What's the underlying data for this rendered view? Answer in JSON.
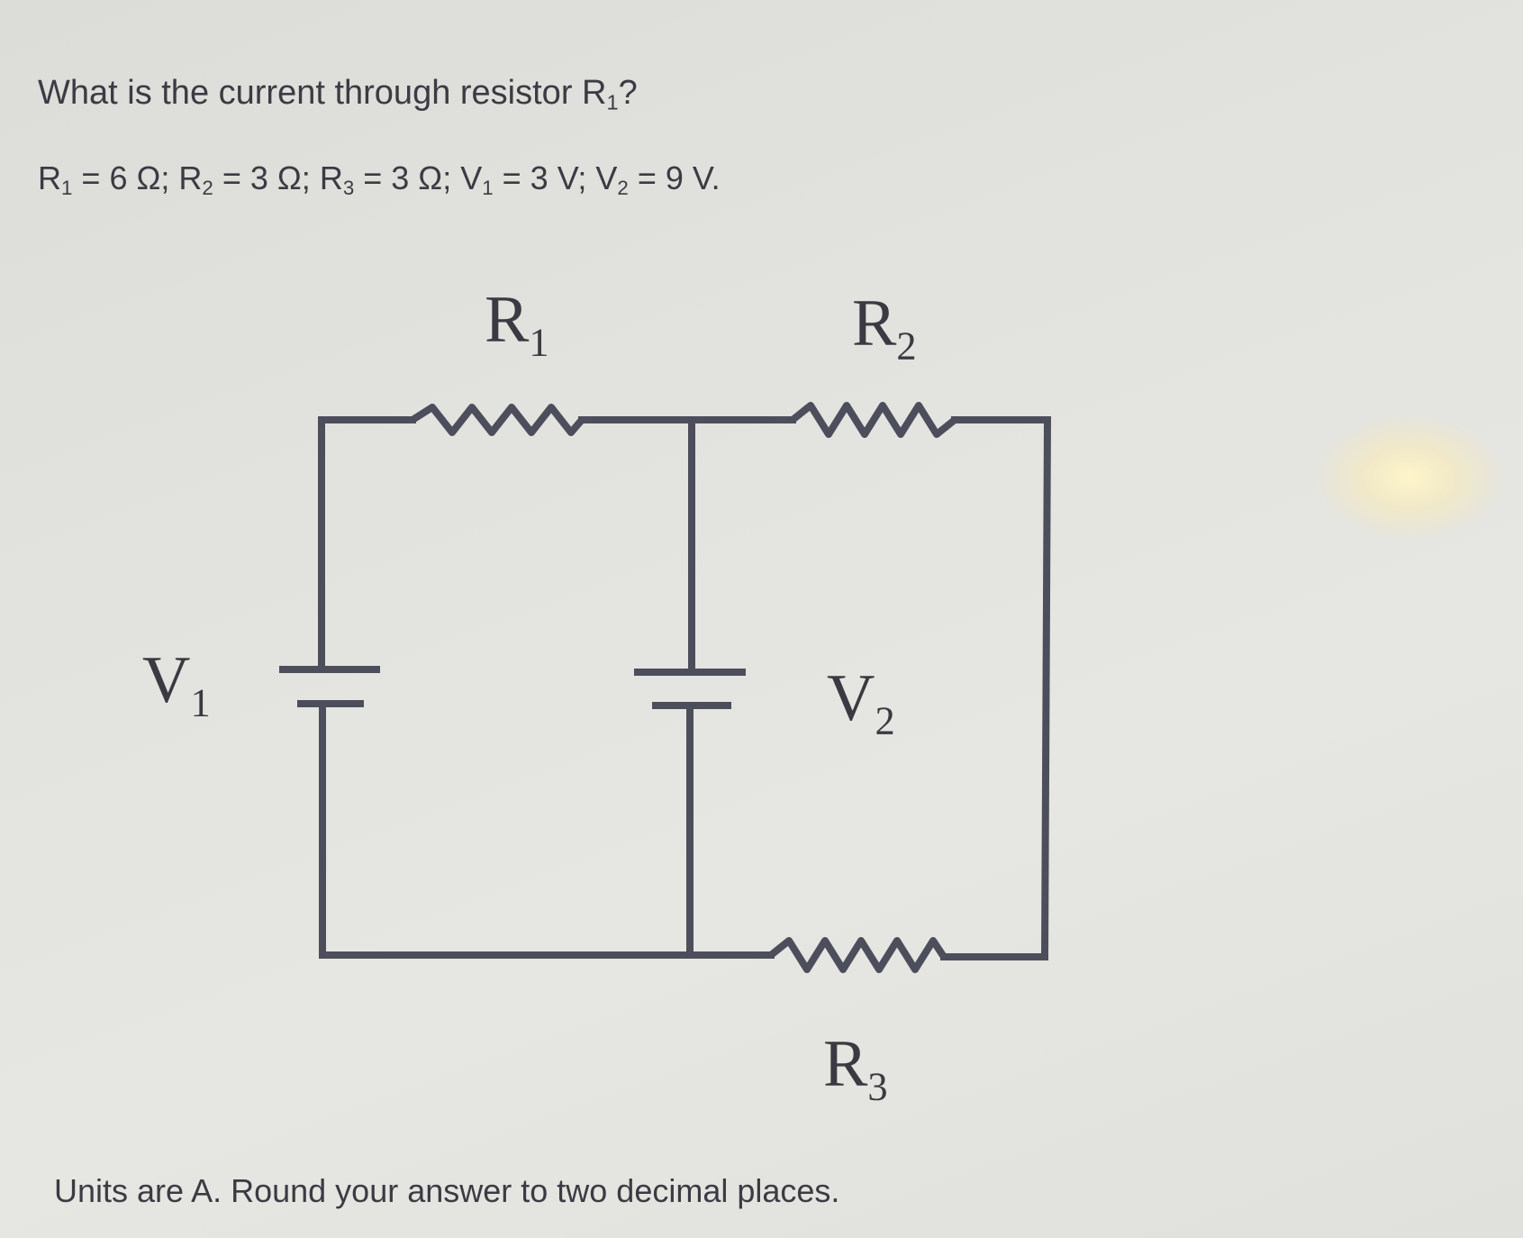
{
  "question": {
    "text": "What is the current through resistor R",
    "sub": "1",
    "end": "?"
  },
  "values": [
    {
      "name": "R",
      "sub": "1",
      "value": " = 6 Ω"
    },
    {
      "name": "R",
      "sub": "2",
      "value": " = 3 Ω"
    },
    {
      "name": "R",
      "sub": "3",
      "value": " = 3 Ω"
    },
    {
      "name": "V",
      "sub": "1",
      "value": " = 3 V"
    },
    {
      "name": "V",
      "sub": "2",
      "value": " = 9 V."
    }
  ],
  "separator": "; ",
  "circuit": {
    "labels": {
      "r1": {
        "name": "R",
        "sub": "1"
      },
      "r2": {
        "name": "R",
        "sub": "2"
      },
      "r3": {
        "name": "R",
        "sub": "3"
      },
      "v1": {
        "name": "V",
        "sub": "1"
      },
      "v2": {
        "name": "V",
        "sub": "2"
      }
    }
  },
  "footer": "Units are A. Round your answer to two decimal places."
}
